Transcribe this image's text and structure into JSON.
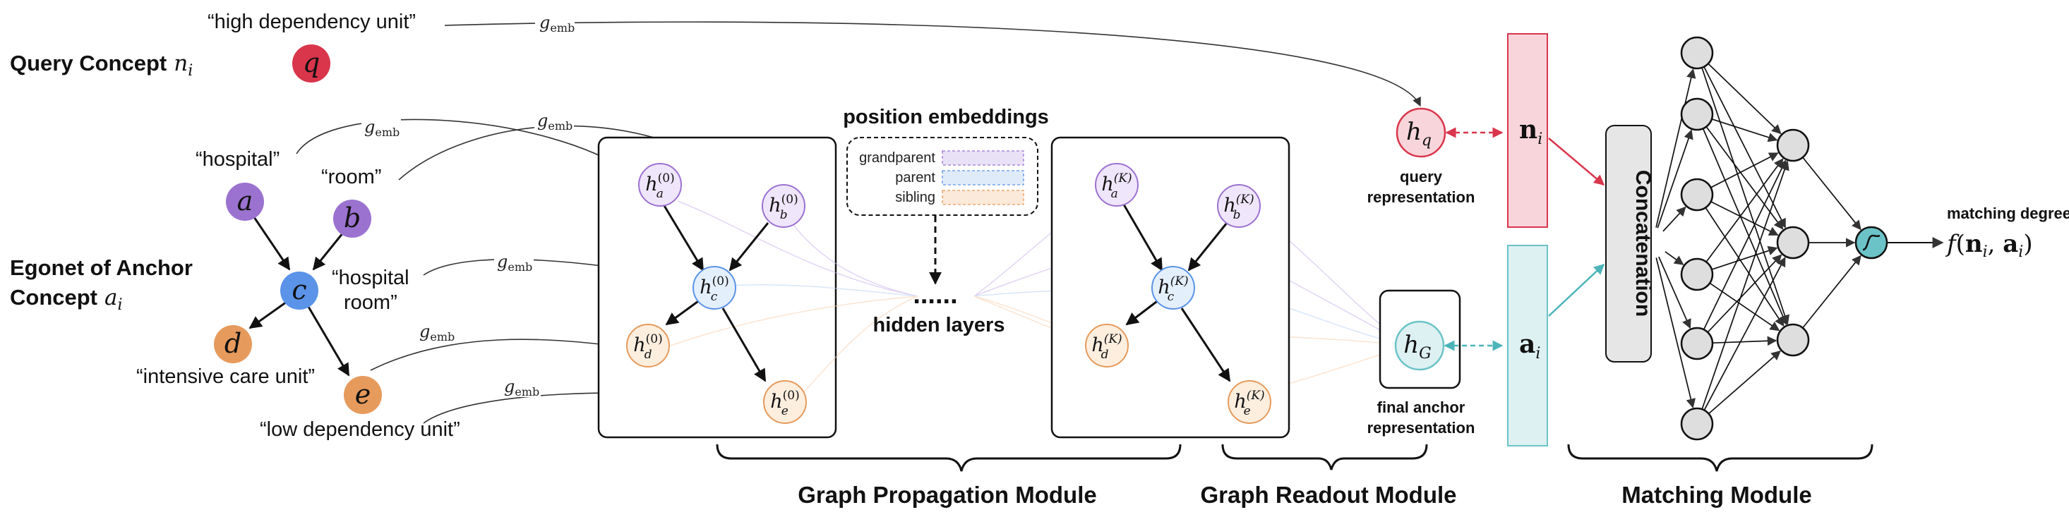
{
  "colors": {
    "purple": "#9b72d0",
    "purple_light": "#efe6fb",
    "blue": "#5a93e8",
    "blue_light": "#e4effc",
    "orange": "#e69a5c",
    "orange_light": "#fdeede",
    "red": "#d9354b",
    "red_light": "#f8d5db",
    "teal": "#6cc3c7",
    "teal_light": "#def1f2",
    "gray_box": "#e6e6e6"
  },
  "query": {
    "title": "Query Concept",
    "symbol": "n",
    "sub": "i",
    "node": "q",
    "text": "“high dependency unit”"
  },
  "anchor": {
    "title_line1": "Egonet of Anchor",
    "title_line2": "Concept",
    "symbol": "a",
    "sub": "i"
  },
  "nodes": [
    {
      "letter": "a",
      "label": "“hospital”"
    },
    {
      "letter": "b",
      "label": "“room”"
    },
    {
      "letter": "c",
      "label_line1": "“hospital",
      "label_line2": "room”"
    },
    {
      "letter": "d",
      "label": "“intensive care unit”"
    },
    {
      "letter": "e",
      "label": "“low dependency unit”"
    }
  ],
  "g_emb": {
    "g": "g",
    "sub": "emb"
  },
  "position_embeddings": {
    "title": "position embeddings",
    "items": [
      "grandparent",
      "parent",
      "sibling"
    ]
  },
  "hidden_layers": {
    "dots": "......",
    "label": "hidden layers"
  },
  "graph_nodes": {
    "h": "h",
    "layer0": "(0)",
    "layerK": "(K)",
    "subs": [
      "a",
      "b",
      "c",
      "d",
      "e"
    ]
  },
  "readout": {
    "h": "h",
    "hq_sub": "q",
    "hG_sub": "G",
    "query_rep_line1": "query",
    "query_rep_line2": "representation",
    "anchor_rep_line1": "final anchor",
    "anchor_rep_line2": "representation"
  },
  "vectors": {
    "n": "n",
    "a": "a",
    "sub": "i"
  },
  "concatenation": "Concatenation",
  "output": {
    "label": "matching degree",
    "f": "f",
    "open": "(",
    "n": "n",
    "a": "a",
    "sub": "i",
    "comma": ", ",
    "close": ")"
  },
  "modules": [
    "Graph Propagation Module",
    "Graph Readout Module",
    "Matching Module"
  ]
}
